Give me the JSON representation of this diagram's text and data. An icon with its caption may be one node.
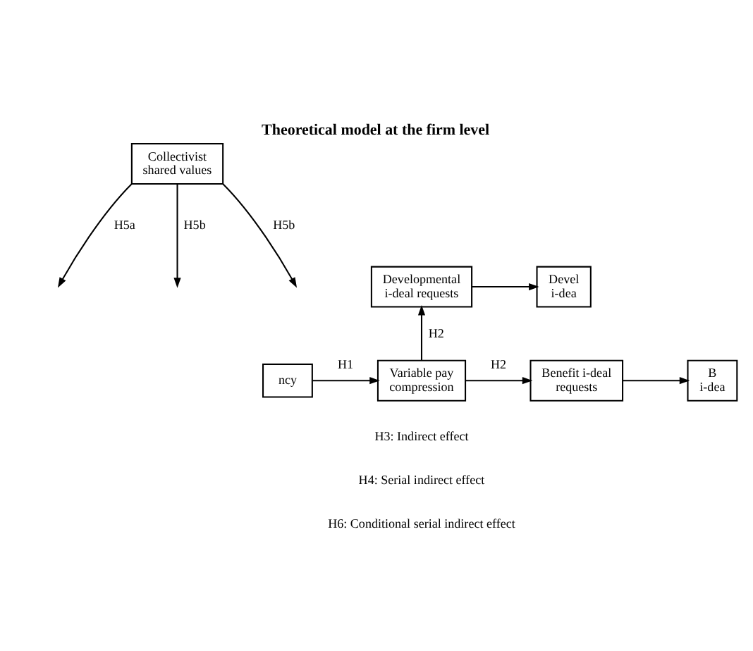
{
  "diagram": {
    "title": "Theoretical model at the firm level",
    "nodes": [
      {
        "text": [
          "Collectivist shared values"
        ]
      },
      {
        "text": [
          "ncy"
        ]
      },
      {
        "text": [
          "Variable pay compression"
        ]
      },
      {
        "text": [
          "Developmental i-deal requests"
        ]
      },
      {
        "text": [
          "Benefit i-deal requests"
        ]
      },
      {
        "text": [
          "Devel i-dea"
        ]
      },
      {
        "text": [
          "B i-dea"
        ]
      }
    ],
    "edges": [
      {
        "from": 1,
        "to": 2,
        "arrow": "to",
        "label": "H1"
      },
      {
        "from": 0,
        "to": null,
        "arrow": "to",
        "label": "H5a"
      },
      {
        "from": 0,
        "to": null,
        "arrow": "to",
        "label": "H5b"
      },
      {
        "from": 0,
        "to": null,
        "arrow": "to",
        "label": "H5b"
      },
      {
        "from": 2,
        "to": 3,
        "arrow": "to",
        "label": "H2"
      },
      {
        "from": 2,
        "to": 4,
        "arrow": "to",
        "label": "H2"
      },
      {
        "from": 3,
        "to": 5,
        "arrow": "to"
      },
      {
        "from": 4,
        "to": 6,
        "arrow": "to"
      }
    ],
    "labels": [
      "H3: Indirect effect",
      "H4: Serial indirect effect",
      "H6: Conditional serial indirect effect"
    ]
  }
}
